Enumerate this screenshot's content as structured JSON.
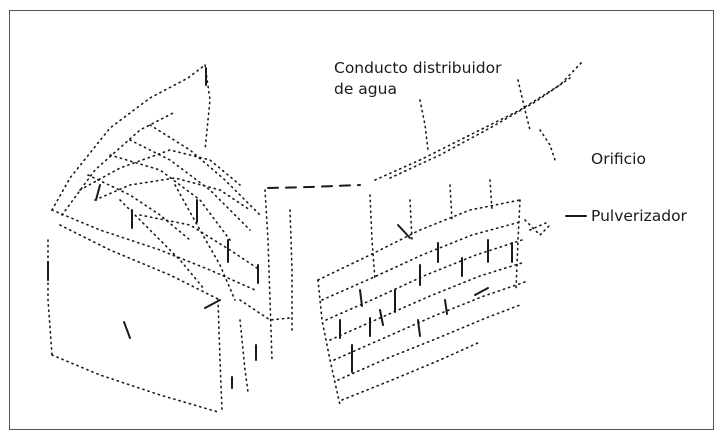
{
  "labels": {
    "conducto_line1": "Conducto distribuidor",
    "conducto_line2": "de agua",
    "orificio": "Orificio",
    "pulverizador": "Pulverizador"
  },
  "colors": {
    "ink": "#1a1a1a",
    "frame": "#555555",
    "background": "#ffffff"
  }
}
